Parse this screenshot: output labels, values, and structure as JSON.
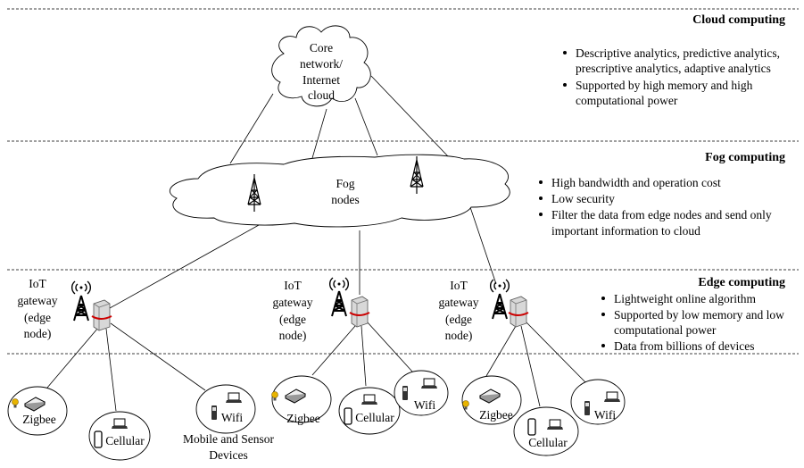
{
  "layers": {
    "cloud": {
      "title": "Cloud computing",
      "bullets": [
        [
          "Descriptive analytics, predictive analytics,",
          "prescriptive analytics, adaptive analytics"
        ],
        [
          "Supported by high memory and high",
          "computational power"
        ]
      ]
    },
    "fog": {
      "title": "Fog computing",
      "bullets": [
        [
          "High bandwidth and operation cost"
        ],
        [
          "Low security"
        ],
        [
          "Filter the data from edge nodes and send only",
          "important information to cloud"
        ]
      ]
    },
    "edge": {
      "title": "Edge computing",
      "bullets": [
        [
          "Lightweight online algorithm"
        ],
        [
          "Supported by low memory and low",
          "computational power"
        ],
        [
          "Data from billions of devices"
        ]
      ]
    }
  },
  "core_cloud": {
    "lines": [
      "Core",
      "network/",
      "Internet",
      "cloud"
    ]
  },
  "fog_cloud": {
    "lines": [
      "Fog",
      "nodes"
    ]
  },
  "gateway_label": [
    "IoT",
    "gateway",
    "(edge",
    "node)"
  ],
  "devices": {
    "zigbee": "Zigbee",
    "cellular": "Cellular",
    "wifi": "Wifi"
  },
  "devices_caption": [
    "Mobile and Sensor",
    "Devices"
  ],
  "colors": {
    "gateway_ring": "#cc0000",
    "bulb": "#e8b400"
  }
}
